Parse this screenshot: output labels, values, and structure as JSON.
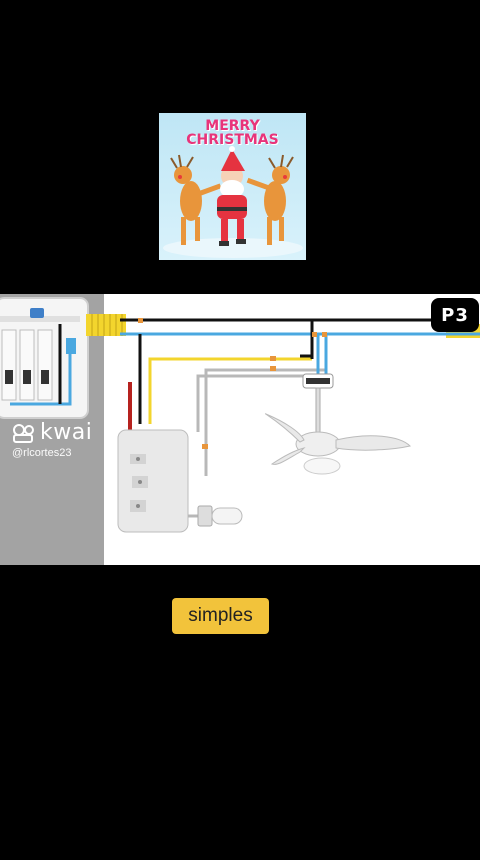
{
  "sticker": {
    "title_line1": "MERRY",
    "title_line2": "CHRISTMAS"
  },
  "diagram": {
    "label": "P3"
  },
  "watermark": {
    "brand": "kwai",
    "handle": "@rlcortes23"
  },
  "caption": {
    "text": "simples"
  },
  "colors": {
    "background": "#000000",
    "caption_bg": "#f2c33b",
    "wire_yellow": "#f3d52d",
    "wire_blue": "#4aa8e0",
    "wire_gray": "#b8b8b8",
    "wire_red": "#b6221f"
  },
  "icons": [
    "kwai-logo-icon",
    "circuit-breaker-panel-icon",
    "wall-switch-icon",
    "ceiling-fan-icon",
    "lamp-icon",
    "santa-reindeer-sticker"
  ]
}
